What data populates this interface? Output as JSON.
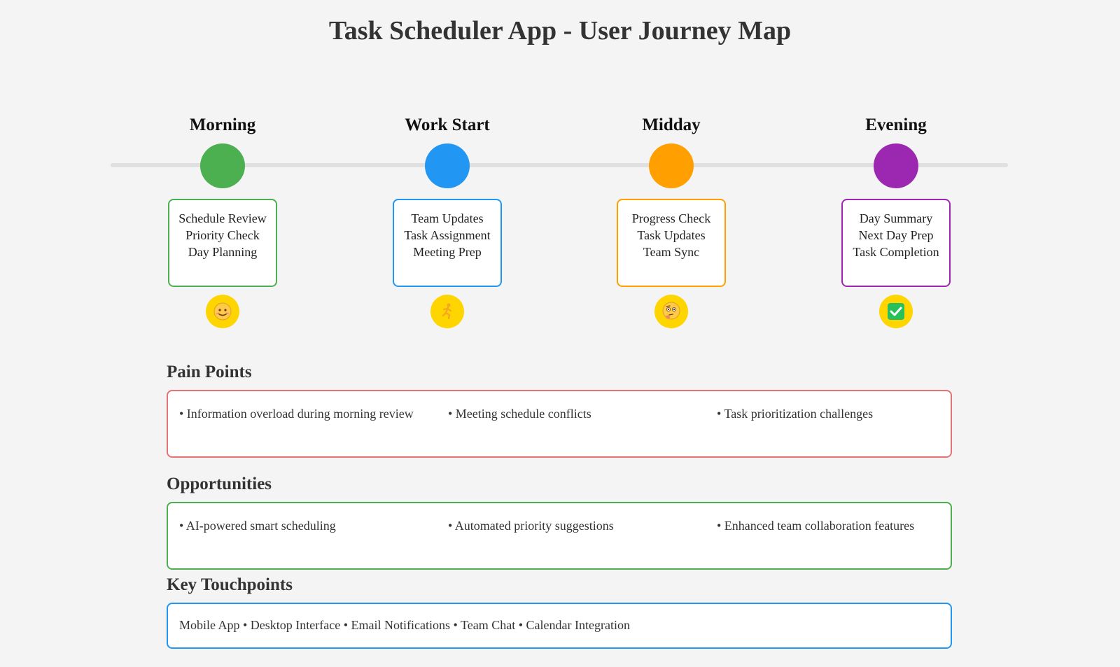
{
  "title": "Task Scheduler App - User Journey Map",
  "stages": [
    {
      "label": "Morning",
      "color": "#4caf50",
      "activities": [
        "Schedule Review",
        "Priority Check",
        "Day Planning"
      ],
      "emotion_icon": "smiling-face-icon"
    },
    {
      "label": "Work Start",
      "color": "#2196f3",
      "activities": [
        "Team Updates",
        "Task Assignment",
        "Meeting Prep"
      ],
      "emotion_icon": "running-person-icon"
    },
    {
      "label": "Midday",
      "color": "#ff9f00",
      "activities": [
        "Progress Check",
        "Task Updates",
        "Team Sync"
      ],
      "emotion_icon": "thinking-face-icon"
    },
    {
      "label": "Evening",
      "color": "#9c27b0",
      "activities": [
        "Day Summary",
        "Next Day Prep",
        "Task Completion"
      ],
      "emotion_icon": "check-mark-icon"
    }
  ],
  "pain_points": {
    "heading": "Pain Points",
    "color": "#e57373",
    "items": [
      "• Information overload during morning review",
      "• Meeting schedule conflicts",
      "• Task prioritization challenges"
    ]
  },
  "opportunities": {
    "heading": "Opportunities",
    "color": "#4caf50",
    "items": [
      "• AI-powered smart scheduling",
      "• Automated priority suggestions",
      "• Enhanced team collaboration features"
    ]
  },
  "touchpoints": {
    "heading": "Key Touchpoints",
    "color": "#2196f3",
    "text": "Mobile App • Desktop Interface • Email Notifications • Team Chat • Calendar Integration"
  },
  "colors": {
    "background": "#f4f4f4",
    "timeline": "#e0e0e0",
    "emoji_badge": "#ffd500"
  }
}
